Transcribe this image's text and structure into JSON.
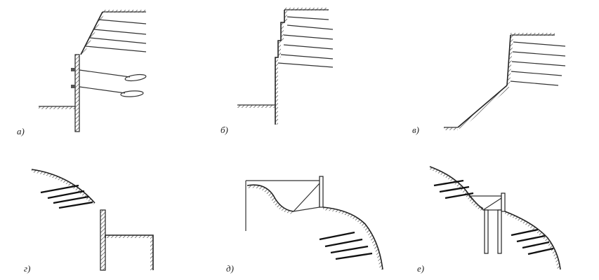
{
  "figure": {
    "panels": [
      {
        "id": "a",
        "label": "а)"
      },
      {
        "id": "b",
        "label": "б)"
      },
      {
        "id": "v",
        "label": "в)"
      },
      {
        "id": "g",
        "label": "г)"
      },
      {
        "id": "d",
        "label": "д)"
      },
      {
        "id": "e",
        "label": "е)"
      }
    ]
  }
}
